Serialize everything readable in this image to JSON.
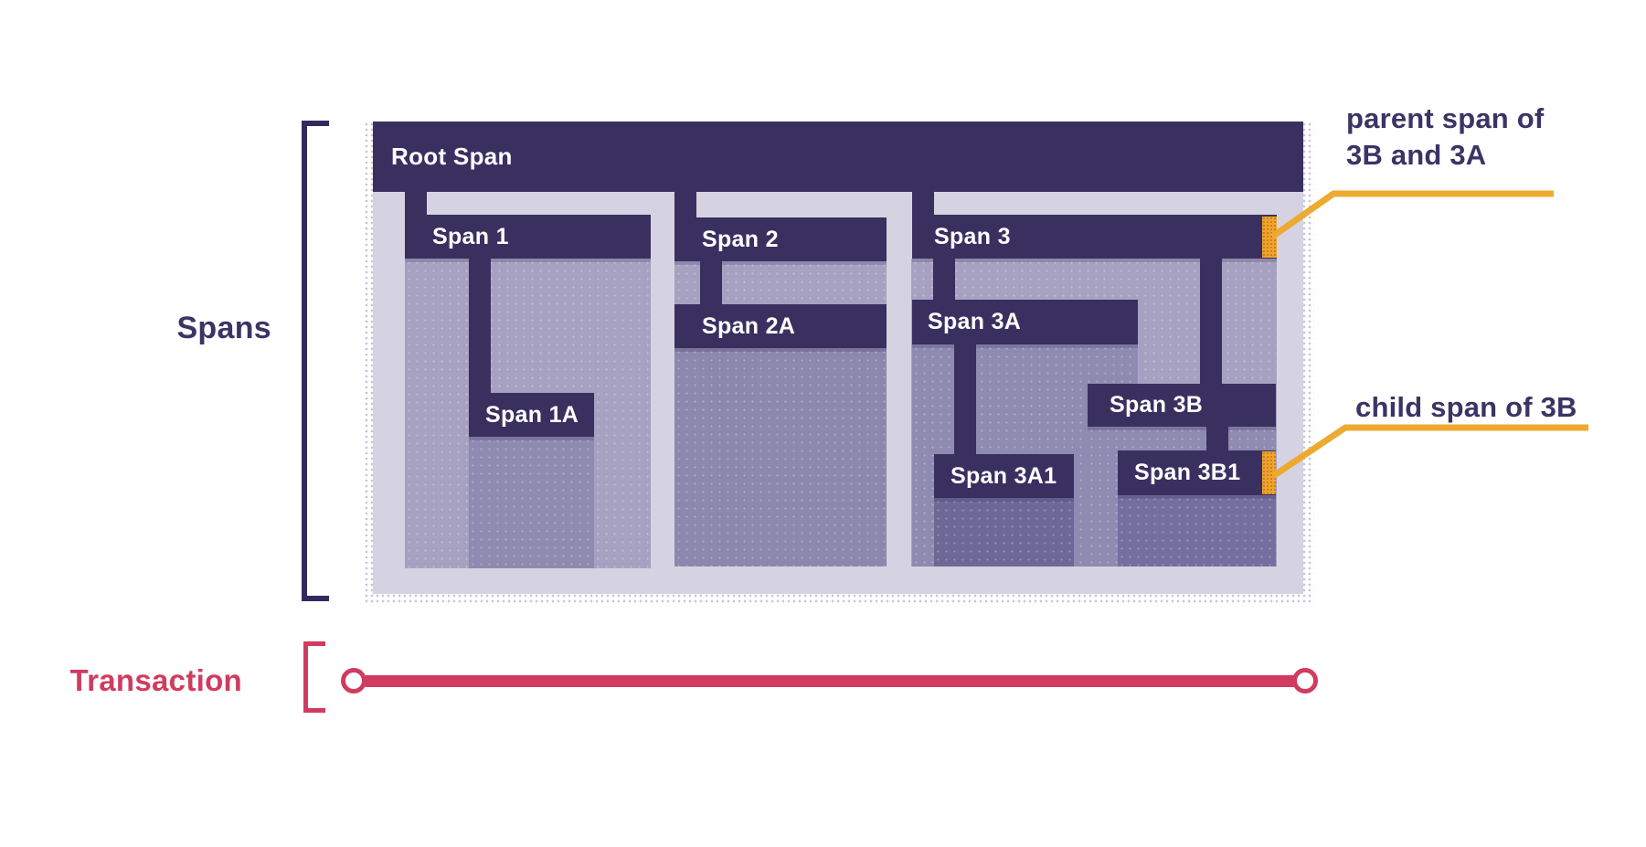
{
  "labels": {
    "spans": "Spans",
    "transaction": "Transaction"
  },
  "spans": {
    "root": {
      "label": "Root Span"
    },
    "s1": {
      "label": "Span 1"
    },
    "s1a": {
      "label": "Span 1A"
    },
    "s2": {
      "label": "Span 2"
    },
    "s2a": {
      "label": "Span 2A"
    },
    "s3": {
      "label": "Span 3"
    },
    "s3a": {
      "label": "Span 3A"
    },
    "s3a1": {
      "label": "Span 3A1"
    },
    "s3b": {
      "label": "Span 3B"
    },
    "s3b1": {
      "label": "Span 3B1"
    }
  },
  "annotations": {
    "parent": {
      "lines": [
        "parent span of",
        "3B and 3A"
      ]
    },
    "child": {
      "lines": [
        "child span of 3B"
      ]
    }
  },
  "colors": {
    "span_bar": "#393060",
    "container": "#d5d3e2",
    "fill_light": "#a6a1c1",
    "fill_medium": "#8f8ab1",
    "fill_dark": "#6e6896",
    "fill_darker": "#756fa0",
    "accent_orange": "#edaa30",
    "accent_red": "#d13b5f",
    "text_dark": "#3b3464",
    "bar_text": "#ffffff"
  }
}
